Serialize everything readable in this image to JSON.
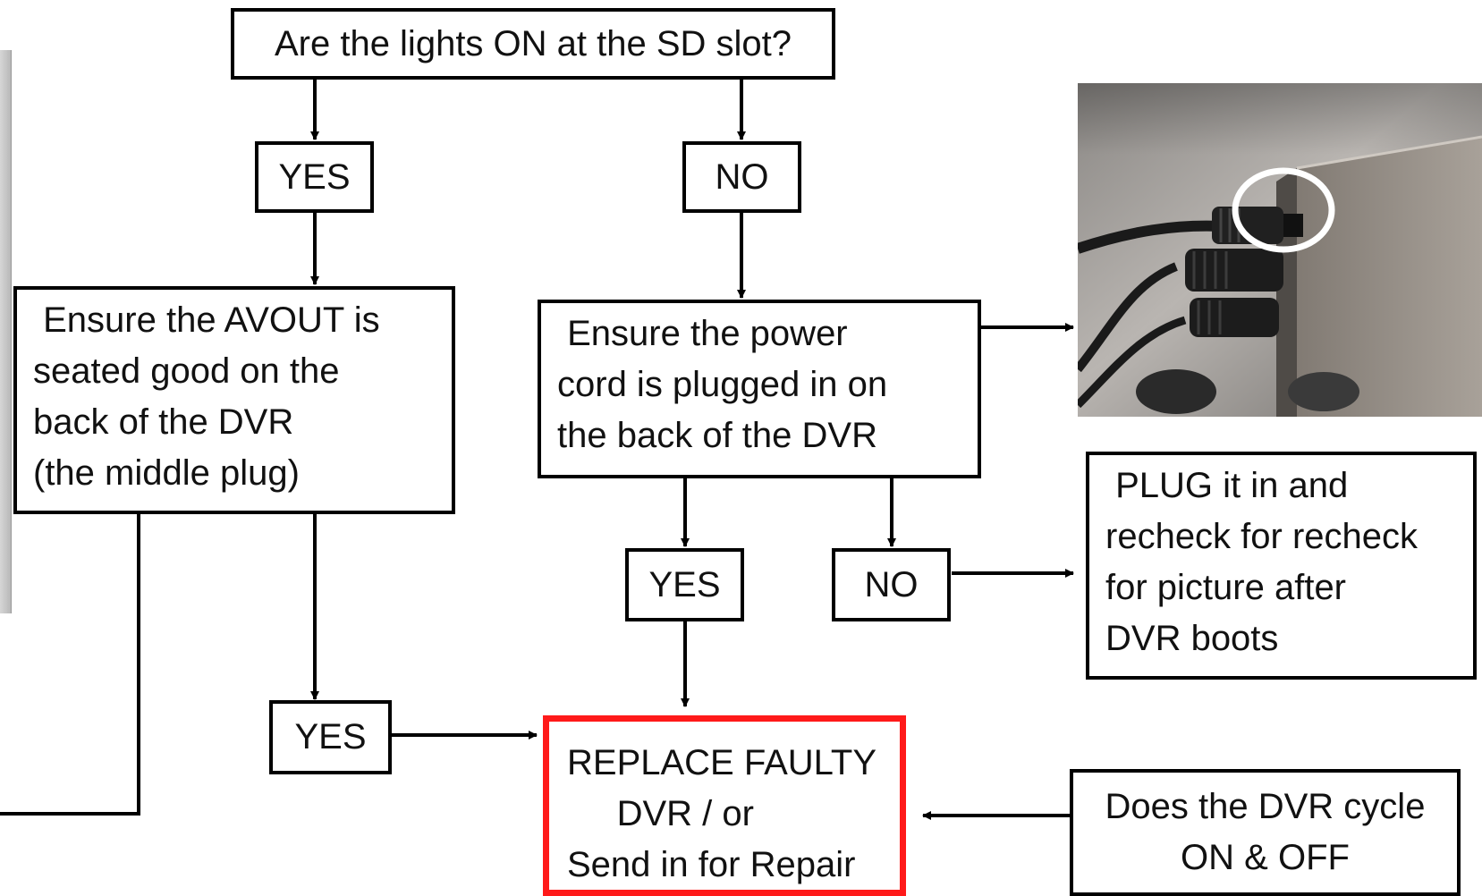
{
  "flowchart": {
    "question": {
      "text": "Are the lights ON at the SD slot?"
    },
    "yes_top": {
      "text": "YES"
    },
    "no_top": {
      "text": "NO"
    },
    "avout_step": {
      "lines": [
        " Ensure the AVOUT is",
        "seated good on the",
        "back of the DVR",
        "(the middle plug)"
      ]
    },
    "power_step": {
      "lines": [
        " Ensure the power",
        "cord is plugged in on",
        "the back of the DVR"
      ]
    },
    "yes_mid": {
      "text": "YES"
    },
    "no_mid": {
      "text": "NO"
    },
    "plug_step": {
      "lines": [
        " PLUG it in and",
        "recheck for recheck",
        "for picture after",
        "DVR boots"
      ]
    },
    "yes_bottom": {
      "text": "YES"
    },
    "replace_step": {
      "lines": [
        "REPLACE FAULTY",
        "     DVR / or",
        "Send in for Repair"
      ]
    },
    "cycle_question": {
      "lines": [
        "Does the DVR cycle",
        "ON & OFF"
      ]
    }
  },
  "colors": {
    "box_border": "#000000",
    "highlight_border": "#ff1a1a",
    "connector": "#000000",
    "photo_marker": "#ffffff"
  },
  "photo": {
    "icon": "dvr-back-panel-photo"
  }
}
